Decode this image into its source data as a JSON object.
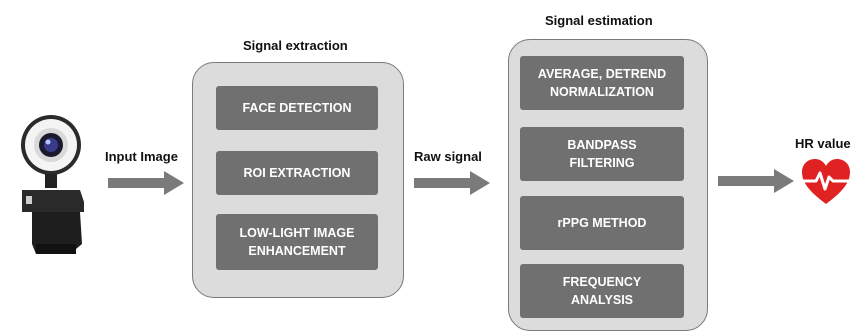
{
  "input": {
    "label": "Input Image",
    "icon": "webcam-icon"
  },
  "extraction": {
    "title": "Signal extraction",
    "steps": [
      {
        "label": "FACE DETECTION"
      },
      {
        "label": "ROI EXTRACTION"
      },
      {
        "label": "LOW-LIGHT IMAGE\nENHANCEMENT"
      }
    ]
  },
  "raw_signal": {
    "label": "Raw signal"
  },
  "estimation": {
    "title": "Signal estimation",
    "steps": [
      {
        "label": "AVERAGE, DETREND\nNORMALIZATION"
      },
      {
        "label": "BANDPASS\nFILTERING"
      },
      {
        "label": "rPPG METHOD"
      },
      {
        "label": "FREQUENCY\nANALYSIS"
      }
    ]
  },
  "output": {
    "label": "HR value",
    "icon": "heart-pulse-icon"
  },
  "colors": {
    "stage_fill": "#707070",
    "panel_fill": "#dcdcdc",
    "arrow": "#7a7a7a",
    "heart": "#e02222"
  }
}
